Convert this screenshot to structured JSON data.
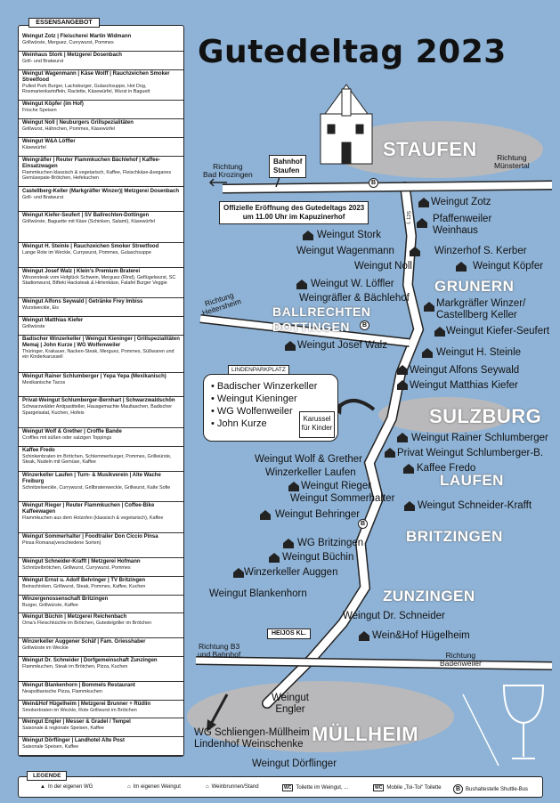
{
  "title": "Gutedeltag 2023",
  "food_panel": {
    "heading": "ESSENSANGEBOT",
    "entries": [
      {
        "t": "Weingut Zotz | Fleischerei Martin Widmann",
        "s": "Grillwürste, Merguez, Currywurst, Pommes"
      },
      {
        "t": "Weinhaus Stork | Metzgerei Dosenbach",
        "s": "Grill- und Bratwurst"
      },
      {
        "t": "Weingut Wagenmann | Käse Wolff | Rauchzeichen Smoker Streetfood",
        "s": "Pulled Pork Burger, Lachsburger, Gulaschsuppe, Hot Dog, Rosmarienkartoffeln, Raclette, Käsewürfel, Wurst in Baguett"
      },
      {
        "t": "Weingut Köpfer (im Hof)",
        "s": "Frische Speisen"
      },
      {
        "t": "Weingut Noll | Neuburgers Grillspezialitäten",
        "s": "Grillwurst, Hähnchen, Pommes, Käsewürfel"
      },
      {
        "t": "Weingut W&A Löffler",
        "s": "Käsewürfel"
      },
      {
        "t": "Weingräfler | Reuter Flammkuchen Bächlehof | Kaffee-Einsatzwagen",
        "s": "Flammkuchen klassisch & vegetarisch, Kaffee, Fleischkäse-&veganes Gemüsepate-Brötchen, Hefekuchen"
      },
      {
        "t": "Castellberg-Keller (Markgräfler Winzer)| Metzgerei Dosenbach",
        "s": "Grill- und Bratwurst"
      },
      {
        "t": "Weingut Kiefer-Seufert | SV Ballrechten-Dottingen",
        "s": "Grillwürste, Baguette mit Käse (Schinken, Salami), Käsewürfel"
      },
      {
        "t": "Weingut H. Steinle | Rauchzeichen Smoker Streetfood",
        "s": "Lange Rote im Weckle, Currywurst, Pommes, Gulaschsuppe"
      },
      {
        "t": "Weingut Josef Walz | Klein's Premium Braterei",
        "s": "Winzersteak vom Hofglück Schwein, Merguez (Rind), Geflügelwurst, SC Stadionwurst, Bifteki Hacksteak & Hirtenkäse, Falafel Burger Veggie"
      },
      {
        "t": "Weingut Alfons Seywald | Getränke Frey Imbiss",
        "s": "Wurstweckle, Eis"
      },
      {
        "t": "Weingut Matthias Kiefer",
        "s": "Grillwürste"
      },
      {
        "t": "Badischer Winzerkeller | Weingut Kieninger | Grillspezialitäten Memaj | John Kurze | WG Wolfenweiler",
        "s": "Thüringer, Krakauer, Nacken-Steak, Merguez, Pommes, Süßwaren und ein Kinderkarussell"
      },
      {
        "t": "Weingut Rainer Schlumberger | Yepa Yepa (Mexikanisch)",
        "s": "Mexikanische Tacos"
      },
      {
        "t": "Privat-Weingut Schlumberger-Bernhart | Schwarzwaldschön",
        "s": "Schwarzwälder Antipastiteller, Hausgemachte Maultaschen, Badischer Spargelsalat, Kuchen, Hofeis"
      },
      {
        "t": "Weingut Wolf & Grether | Croffle Bande",
        "s": "Croffles mit süßen oder salzigen Toppings"
      },
      {
        "t": "Kaffee Fredo",
        "s": "Schinkenbraten im Brötchen, Schlemmerburger, Pommes, Grillwürste, Steak, Nudeln mit Gemüse, Kaffee"
      },
      {
        "t": "Winzerkeller Laufen | Turn- & Musikverein | Alte Wache Freiburg",
        "s": "Schnitzelweckle, Currywurst, Grillbratenweckle, Grillwurst, Kalte Sofie"
      },
      {
        "t": "Weingut Rieger | Reuter Flammkuchen | Coffee-Bike Kaffeewagen",
        "s": "Flammkuchen aus dem Holzofen (klassisch & vegetarisch), Kaffee"
      },
      {
        "t": "Weingut Sommerhalter | Foodtrailer Don Ciccio Pinsa",
        "s": "Pinsa Romana(verschiedene Sorten)"
      },
      {
        "t": "Weingut Schneider-Krafft | Metzgerei Hofmann",
        "s": "Schnitzelbrötchen, Grillwurst, Currywurst, Pommes"
      },
      {
        "t": "Weingut Ernst u. Adolf Behringer | TV Britzingen",
        "s": "Beinschinken, Grillwurst, Steak, Pommes, Kaffee, Kuchen"
      },
      {
        "t": "Winzergenossenschaft Britzingen",
        "s": "Burger, Grillwürste, Kaffee"
      },
      {
        "t": "Weingut Büchin | Metzgerei Reichenbach",
        "s": "Oma's Fleischküchle im Brötchen, Gutedelgriller im Brötchen"
      },
      {
        "t": "Winzerkeller Auggener Schäf | Fam. Griesshaber",
        "s": "Grillwürste im Weckle"
      },
      {
        "t": "Weingut Dr. Schneider | Dorfgemeinschaft Zunzingen",
        "s": "Flammkuchen, Steak im Brötchen, Pizza, Kuchen"
      },
      {
        "t": "Weingut Blankenhorn | Bommels Restaurant",
        "s": "Neapolitanische Pizza, Flammkuchen"
      },
      {
        "t": "Wein&Hof Hügelheim | Metzgerei Brunner + Rüdlin",
        "s": "Smokerbraten im Weckle, Rote Grillwurst im Brötchen"
      },
      {
        "t": "Weingut Engler | Messer & Gradel / Tempel",
        "s": "Saisonale & regionale Speisen, Kaffee"
      },
      {
        "t": "Weingut Dörflinger | Landhotel Alte Post",
        "s": "Saisonale Speisen, Kaffee"
      }
    ]
  },
  "towns": {
    "staufen": "STAUFEN",
    "grunern": "GRUNERN",
    "ballrechten": "BALLRECHTEN\nDOTTINGEN",
    "sulzburg": "SULZBURG",
    "laufen": "LAUFEN",
    "britzingen": "BRITZINGEN",
    "zunzingen": "ZUNZINGEN",
    "muellheim": "MÜLLHEIM"
  },
  "directions": {
    "bad_krozingen": "Richtung\nBad Krozingen",
    "muenstertal": "Richtung\nMünstertal",
    "heitersheim": "Richtung\nHeitersheim",
    "b3": "Richtung B3\nund Bahnhof",
    "badenweiler": "Richtung\nBadenweiler"
  },
  "bahnhof": "Bahnhof\nStaufen",
  "opening": "Offizielle Eröffnung des Gutedeltags 2023\num 11.00 Uhr im Kapuzinerhof",
  "road_label": "L 125",
  "stations": {
    "zotz": "Weingut Zotz",
    "pfaffenweiler": "Pfaffenweiler\nWeinhaus",
    "stork": "Weingut Stork",
    "wagenmann": "Weingut Wagenmann",
    "kerber": "Winzerhof S. Kerber",
    "noll": "Weingut Noll",
    "koepfer": "Weingut Köpfer",
    "loeffler": "Weingut W. Löffler",
    "baechlehof": "Weingräfler & Bächlehof",
    "markgraefler": "Markgräfler Winzer/\nCastellberg Keller",
    "kiefer_seufert": "Weingut Kiefer-Seufert",
    "josef_walz": "Weingut Josef Walz",
    "steinle": "Weingut H. Steinle",
    "seywald": "Weingut Alfons Seywald",
    "matthias_kiefer": "Weingut Matthias Kiefer",
    "rainer_schlumberger": "Weingut Rainer Schlumberger",
    "privat_schlumberger": "Privat Weingut Schlumberger-B.",
    "wolf_grether": "Weingut Wolf & Grether",
    "kaffee_fredo": "Kaffee Fredo",
    "winzerkeller_laufen": "Winzerkeller Laufen",
    "rieger": "Weingut Rieger",
    "sommerhalter": "Weingut Sommerhalter",
    "schneider_krafft": "Weingut Schneider-Krafft",
    "behringer": "Weingut Behringer",
    "wg_britzingen": "WG Britzingen",
    "buechin": "Weingut Büchin",
    "auggen": "Winzerkeller Auggen",
    "blankenhorn": "Weingut Blankenhorn",
    "dr_schneider": "Weingut Dr. Schneider",
    "huegelheim": "Wein&Hof Hügelheim",
    "engler": "Weingut\nEngler",
    "schliengen": "WG Schliengen-Müllheim\nLindenhof Weinschenke",
    "doerflinger": "Weingut Dörflinger"
  },
  "lindenplatz": {
    "label": "LINDENPARKPLATZ",
    "items": [
      "Badischer Winzerkeller",
      "Weingut Kieninger",
      "WG Wolfenweiler",
      "John Kurze"
    ],
    "karussell": "Karussel\nfür Kinder"
  },
  "heijos": "HEIJOS KL.",
  "legend": {
    "title": "LEGENDE",
    "items": [
      {
        "icon": "wg-icon",
        "label": "In der eigenen WG"
      },
      {
        "icon": "weingut-icon",
        "label": "Im eigenen Weingut"
      },
      {
        "icon": "weinbrunnen-icon",
        "label": "Weinbrunnen/Stand"
      },
      {
        "icon": "wc-icon",
        "label": "Toilette im Weingut, ..."
      },
      {
        "icon": "mobile-wc-icon",
        "label": "Mobile „Toi-Toi“ Toilette"
      },
      {
        "icon": "bus-stop-icon",
        "label": "Bushaltestelle Shuttle-Bus"
      }
    ]
  },
  "colors": {
    "background": "#8fb3d6",
    "town_area": "#b9b9bb",
    "road": "#ffffff"
  }
}
